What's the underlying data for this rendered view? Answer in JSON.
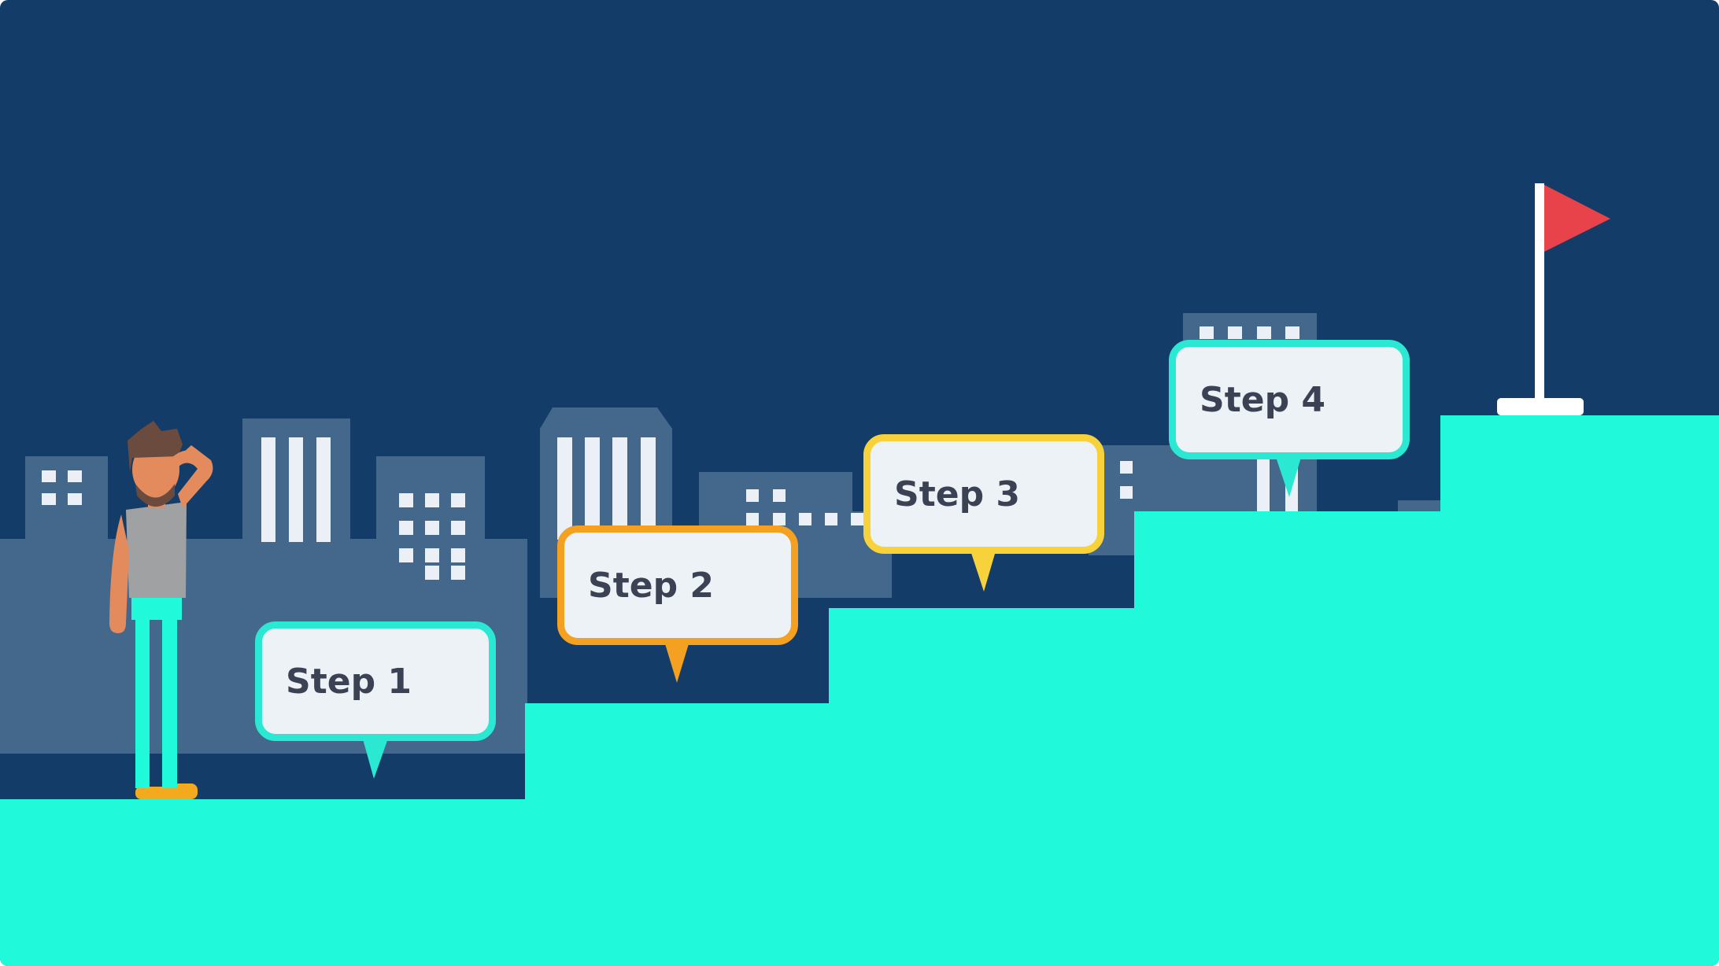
{
  "scene": {
    "colors": {
      "sky": "#143c69",
      "buildings": "#44688c",
      "windows": "#eaf0f6",
      "ground": "#20f9da",
      "flag": "#e8434a",
      "flag_pole": "#ffffff",
      "label_text": "#3b4254"
    },
    "steps": [
      {
        "label": "Step 1",
        "accent": "#2ae8d2"
      },
      {
        "label": "Step 2",
        "accent": "#f4a021"
      },
      {
        "label": "Step 3",
        "accent": "#f8d23a"
      },
      {
        "label": "Step 4",
        "accent": "#2ae8d2"
      }
    ],
    "goal": {
      "icon": "flag-icon"
    },
    "person": {
      "icon": "thinking-person-icon"
    }
  }
}
